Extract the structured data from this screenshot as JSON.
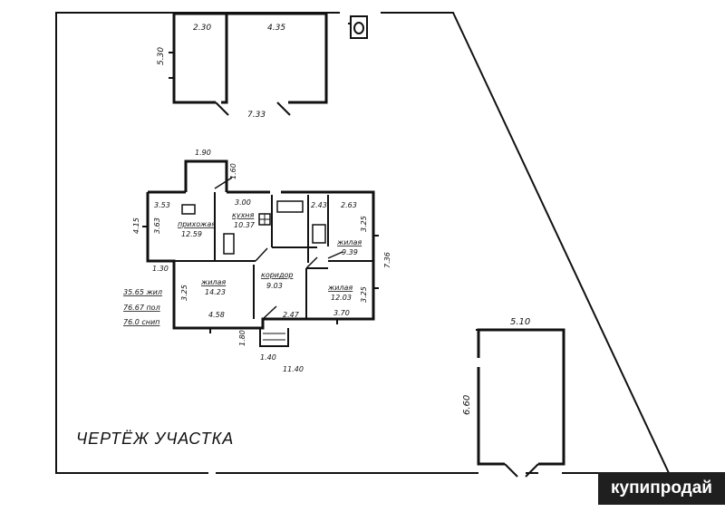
{
  "title": "ЧЕРТЁЖ УЧАСТКА",
  "watermark": "купипродай",
  "outbuildings": {
    "width_left": "2.30",
    "width_right": "4.35",
    "depth": "5.30",
    "total_length": "7.33"
  },
  "garage": {
    "width": "5.10",
    "length": "6.60"
  },
  "house": {
    "overall_length": "11.40",
    "porch_width": "1.90",
    "porch_depth": "1.60",
    "left_depth": "4.15",
    "right_depth": "7.36",
    "bottom_step": "1.80",
    "bottom_step_width": "1.40",
    "dims": {
      "hall_top": "3.53",
      "hall_side": "3.63",
      "hall_bottom": "1.30",
      "kitchen_top": "3.00",
      "bath_top": "2.43",
      "bed1_top": "2.63",
      "bed1_side": "3.25",
      "liv_side": "3.25",
      "liv_bottom": "4.58",
      "corr_bottom": "2.47",
      "bed2_bottom": "3.70",
      "bed2_side": "3.25"
    },
    "rooms": {
      "hall": {
        "name": "прихожая",
        "area": "12.59"
      },
      "kitchen": {
        "name": "кухня",
        "area": "10.37"
      },
      "bedroom1": {
        "name": "жилая",
        "area": "9.39"
      },
      "corridor": {
        "name": "коридор",
        "area": "9.03"
      },
      "living": {
        "name": "жилая",
        "area": "14.23"
      },
      "bedroom2": {
        "name": "жилая",
        "area": "12.03"
      }
    },
    "totals": {
      "living": "35.65 жил",
      "floor": "76.67 пол",
      "snip": "76.0 снип"
    }
  }
}
